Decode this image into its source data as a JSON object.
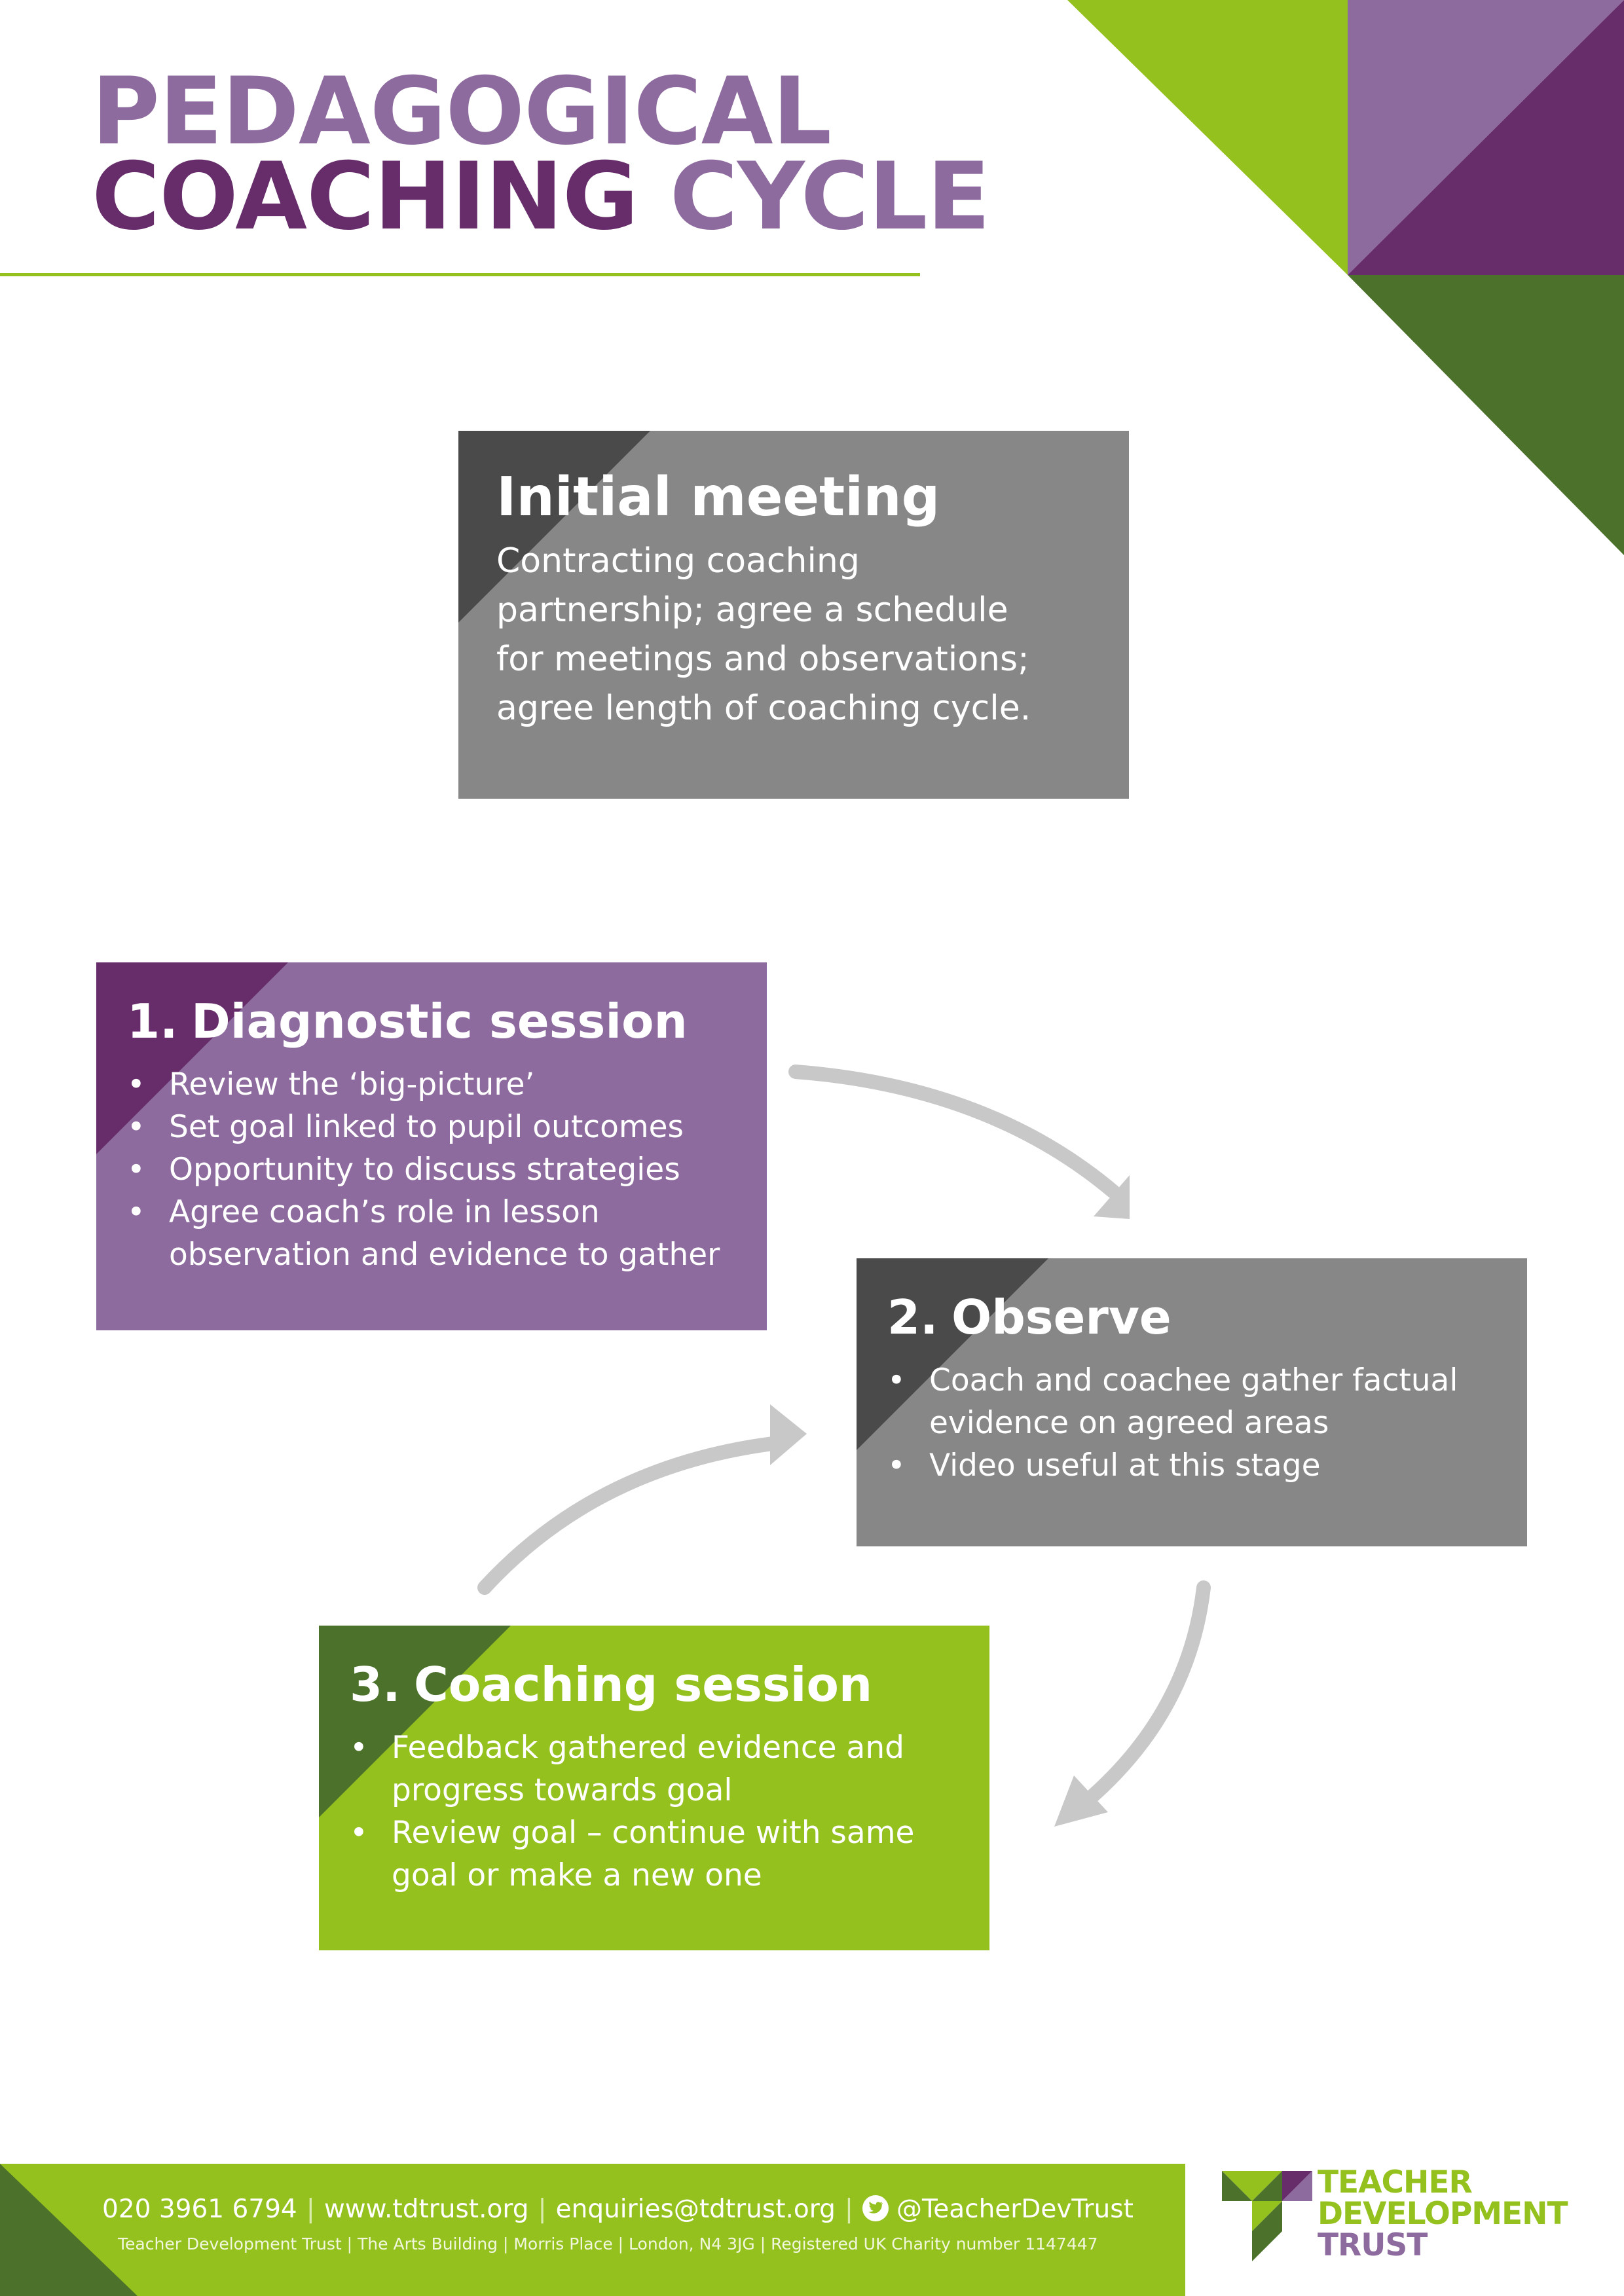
{
  "title": {
    "line1": "PEDAGOGICAL",
    "line2_word1": "COACHING",
    "line2_word2": "CYCLE"
  },
  "colors": {
    "purple_light": "#8e6b9e",
    "purple_dark": "#672d6b",
    "green_light": "#95c11f",
    "green_dark": "#4b712a",
    "grey": "#878787",
    "grey_dark": "#4a4a4a",
    "arrow": "#c8c8c8"
  },
  "initial_meeting": {
    "heading": "Initial meeting",
    "body_lines": [
      "Contracting coaching",
      "partnership; agree a schedule",
      "for meetings and observations;",
      "agree length of coaching cycle."
    ]
  },
  "steps": [
    {
      "number": "1.",
      "heading": "Diagnostic session",
      "bullets": [
        "Review the ‘big-picture’",
        "Set goal linked to pupil outcomes",
        "Opportunity to discuss strategies",
        "Agree coach’s role in lesson observation and evidence to gather"
      ]
    },
    {
      "number": "2.",
      "heading": "Observe",
      "bullets": [
        "Coach and coachee gather factual evidence on agreed areas",
        "Video useful at this stage"
      ]
    },
    {
      "number": "3.",
      "heading": "Coaching session",
      "bullets": [
        "Feedback gathered evidence and progress towards goal",
        "Review goal – continue with same goal or make a new one"
      ]
    }
  ],
  "footer": {
    "phone": "020 3961 6794",
    "website": "www.tdtrust.org",
    "email": "enquiries@tdtrust.org",
    "twitter": "@TeacherDevTrust",
    "icon": "twitter-icon",
    "address": "Teacher Development Trust | The Arts Building | Morris Place | London, N4 3JG | Registered UK Charity number 1147447"
  },
  "logo": {
    "line1": "TEACHER",
    "line2": "DEVELOPMENT",
    "line3": "TRUST"
  }
}
